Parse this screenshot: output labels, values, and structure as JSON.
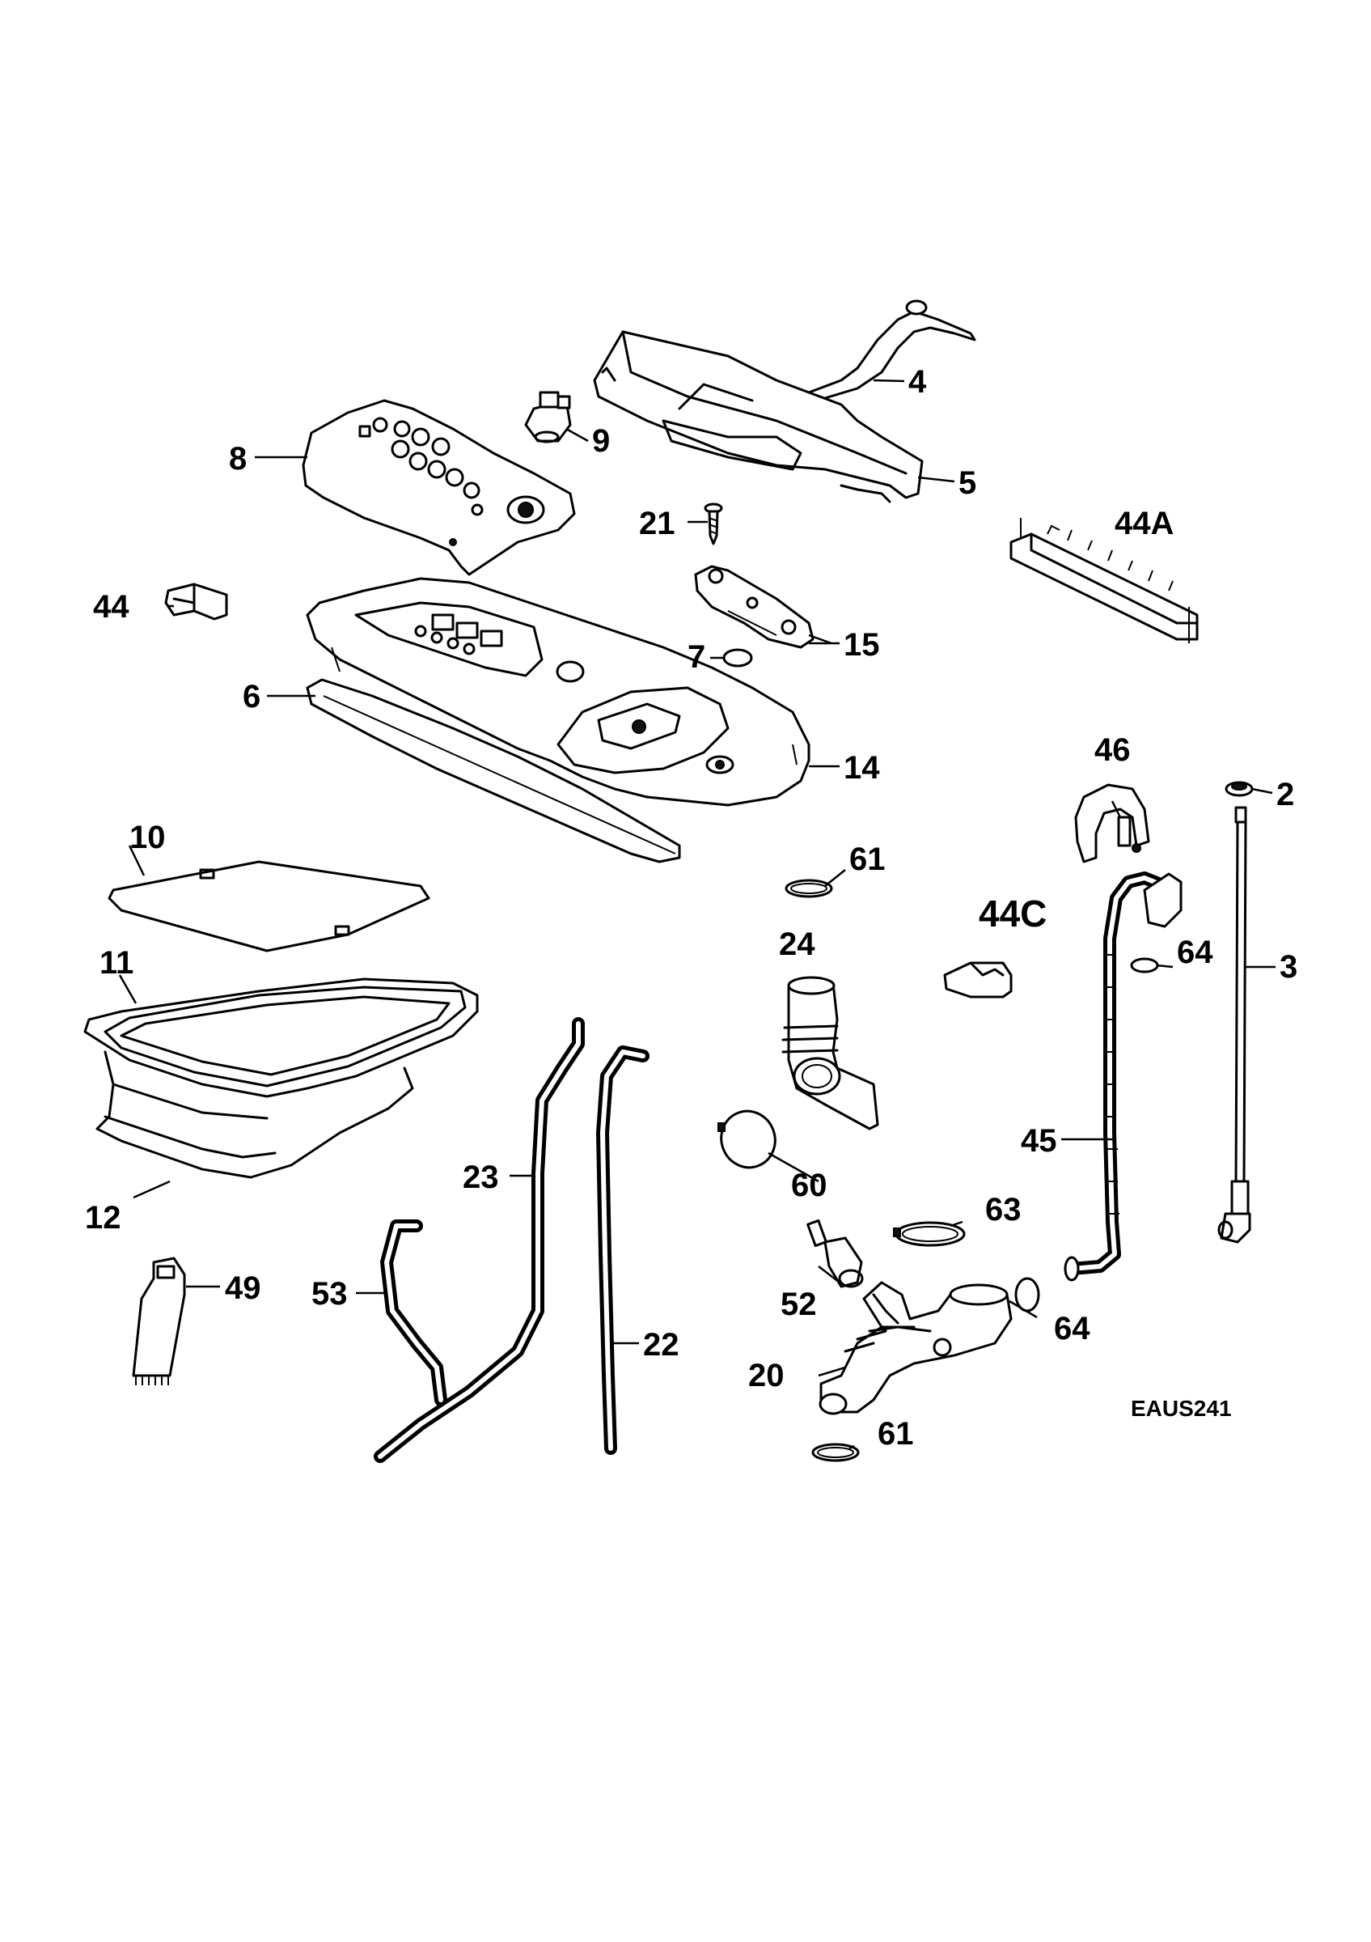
{
  "diagram": {
    "reference_code": "EAUS241",
    "callouts": {
      "p2": "2",
      "p3": "3",
      "p4": "4",
      "p5": "5",
      "p6": "6",
      "p7": "7",
      "p8": "8",
      "p9": "9",
      "p10": "10",
      "p11": "11",
      "p12": "12",
      "p14": "14",
      "p15": "15",
      "p20": "20",
      "p21": "21",
      "p22": "22",
      "p23": "23",
      "p24": "24",
      "p44": "44",
      "p44A": "44A",
      "p44C": "44C",
      "p45": "45",
      "p46": "46",
      "p49": "49",
      "p52": "52",
      "p53": "53",
      "p60": "60",
      "p61a": "61",
      "p61b": "61",
      "p63": "63",
      "p64a": "64",
      "p64b": "64"
    }
  }
}
